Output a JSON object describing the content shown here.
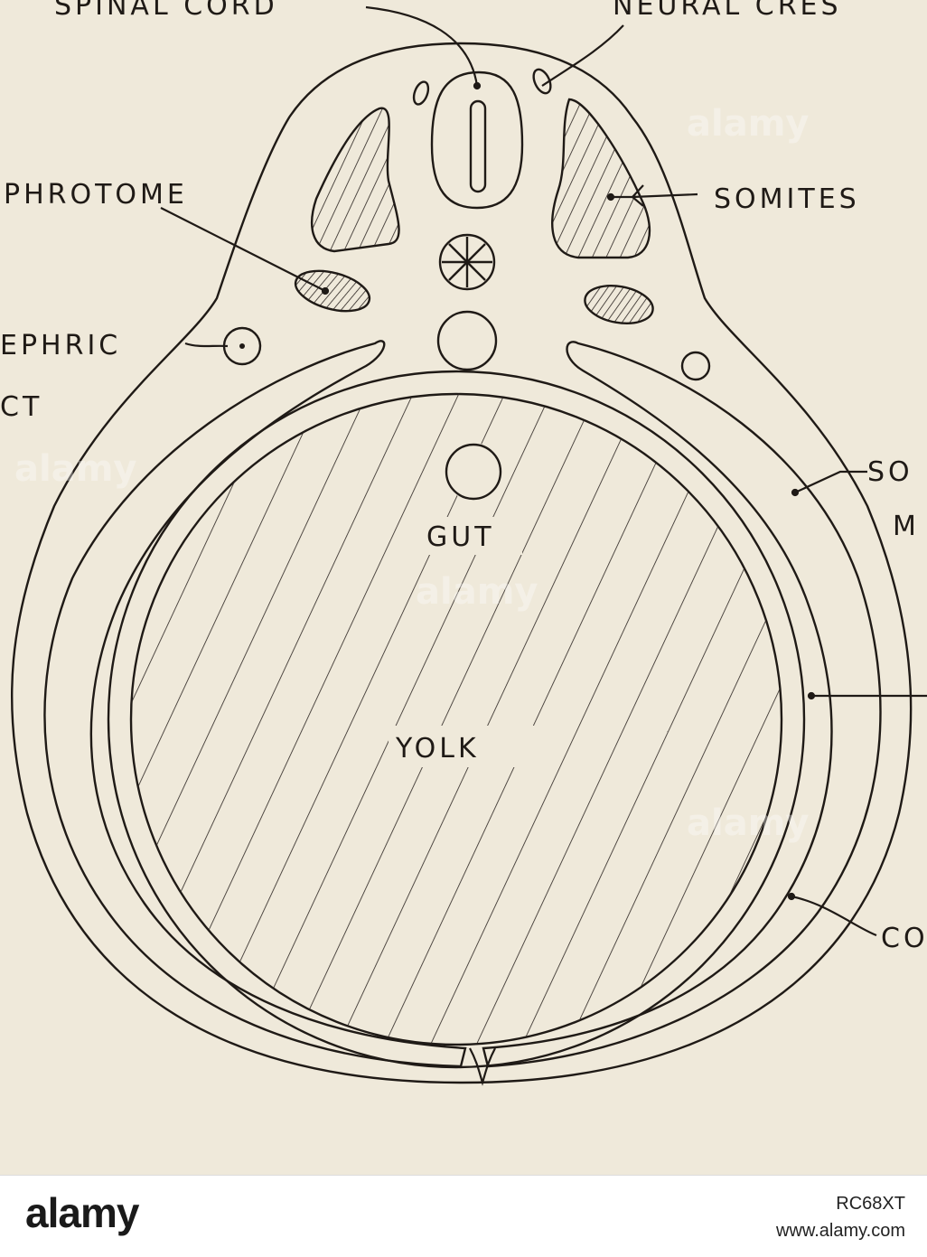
{
  "labels": {
    "spinal_cord": "SPINAL CORD",
    "neural_crest": "NEURAL CRES",
    "nephrotome": "PHROTOME",
    "somites": "SOMITES",
    "nephric_duct_1": "EPHRIC",
    "nephric_duct_2": "CT",
    "somatic_1": "SO",
    "somatic_2": "M",
    "coelom": "CO",
    "gut": "GUT",
    "yolk": "YOLK"
  },
  "watermark": "alamy",
  "footer": {
    "brand": "alamy",
    "image_id": "RC68XT",
    "url": "www.alamy.com"
  }
}
